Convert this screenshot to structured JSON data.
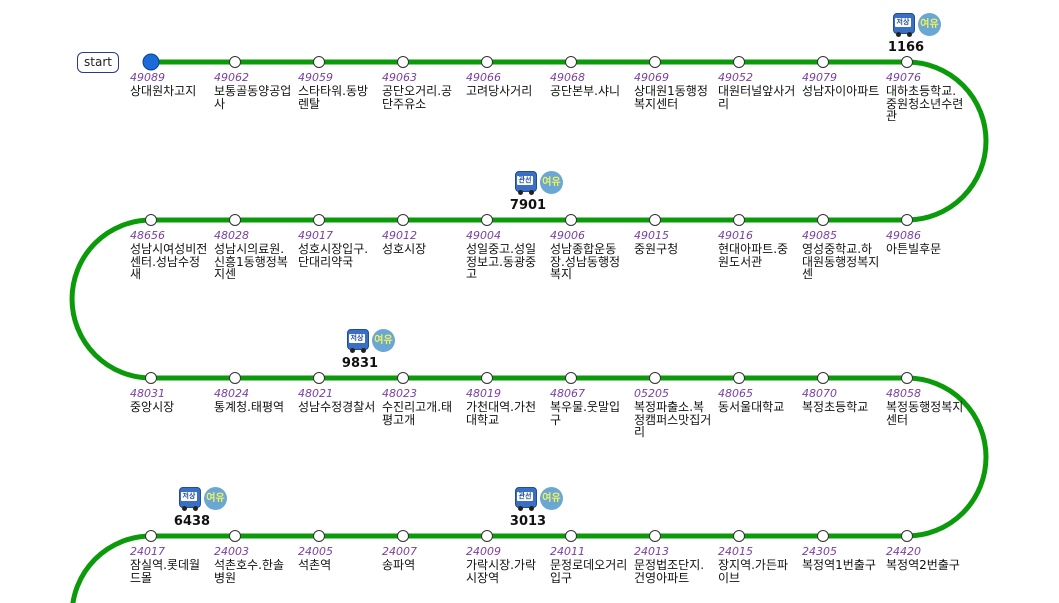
{
  "start_label": "start",
  "colors": {
    "route": "#0a9a0a",
    "current_stop": "#1b6ad8",
    "stop_fill": "#ffffff",
    "stop_id": "#7a3fa0"
  },
  "rows": [
    [
      {
        "id": "49089",
        "name": "상대원차고지",
        "current": true
      },
      {
        "id": "49062",
        "name": "보통골동양공업사"
      },
      {
        "id": "49059",
        "name": "스타타워.동방렌탈"
      },
      {
        "id": "49063",
        "name": "공단오거리.공단주유소"
      },
      {
        "id": "49066",
        "name": "고려당사거리"
      },
      {
        "id": "49068",
        "name": "공단본부.샤니"
      },
      {
        "id": "49069",
        "name": "상대원1동행정복지센터"
      },
      {
        "id": "49052",
        "name": "대원터널앞사거리"
      },
      {
        "id": "49079",
        "name": "성남자이아파트"
      },
      {
        "id": "49076",
        "name": "대하초등학교.중원청소년수련관"
      }
    ],
    [
      {
        "id": "49086",
        "name": "아튼빌후문"
      },
      {
        "id": "49085",
        "name": "영성중학교.하대원동행정복지센"
      },
      {
        "id": "49016",
        "name": "현대아파트.중원도서관"
      },
      {
        "id": "49015",
        "name": "중원구청"
      },
      {
        "id": "49006",
        "name": "성남종합운동장.성남동행정복지"
      },
      {
        "id": "49004",
        "name": "성일중고.성일정보고.동광중고"
      },
      {
        "id": "49012",
        "name": "성호시장"
      },
      {
        "id": "49017",
        "name": "성호시장입구.단대리약국"
      },
      {
        "id": "48028",
        "name": "성남시의료원.신흥1동행정복지센"
      },
      {
        "id": "48656",
        "name": "성남시여성비전센터.성남수정새"
      }
    ],
    [
      {
        "id": "48031",
        "name": "중앙시장"
      },
      {
        "id": "48024",
        "name": "통계청.태평역"
      },
      {
        "id": "48021",
        "name": "성남수정경찰서"
      },
      {
        "id": "48023",
        "name": "수진리고개.태평고개"
      },
      {
        "id": "48019",
        "name": "가천대역.가천대학교"
      },
      {
        "id": "48067",
        "name": "복우물.웃말입구"
      },
      {
        "id": "05205",
        "name": "복정파출소.복정캠퍼스맛집거리"
      },
      {
        "id": "48065",
        "name": "동서울대학교"
      },
      {
        "id": "48070",
        "name": "복정초등학교"
      },
      {
        "id": "48058",
        "name": "복정동행정복지센터"
      }
    ],
    [
      {
        "id": "24420",
        "name": "복정역2번출구"
      },
      {
        "id": "24305",
        "name": "복정역1번출구"
      },
      {
        "id": "24015",
        "name": "장지역.가든파이브"
      },
      {
        "id": "24013",
        "name": "문정법조단지.건영아파트"
      },
      {
        "id": "24011",
        "name": "문정로데오거리입구"
      },
      {
        "id": "24009",
        "name": "가락시장.가락시장역"
      },
      {
        "id": "24007",
        "name": "송파역"
      },
      {
        "id": "24005",
        "name": "석촌역"
      },
      {
        "id": "24003",
        "name": "석촌호수.한솔병원"
      },
      {
        "id": "24017",
        "name": "잠실역.롯데월드몰"
      }
    ]
  ],
  "buses": [
    {
      "number": "1166",
      "type": "저상",
      "status": "여유",
      "row": 0,
      "pos": 9.0
    },
    {
      "number": "7901",
      "type": "관선",
      "status": "여유",
      "row": 1,
      "pos": 4.5
    },
    {
      "number": "9831",
      "type": "저상",
      "status": "여유",
      "row": 2,
      "pos": 2.5
    },
    {
      "number": "3013",
      "type": "관선",
      "status": "여유",
      "row": 3,
      "pos": 4.5
    },
    {
      "number": "6438",
      "type": "저상",
      "status": "여유",
      "row": 3,
      "pos": 8.5
    }
  ]
}
